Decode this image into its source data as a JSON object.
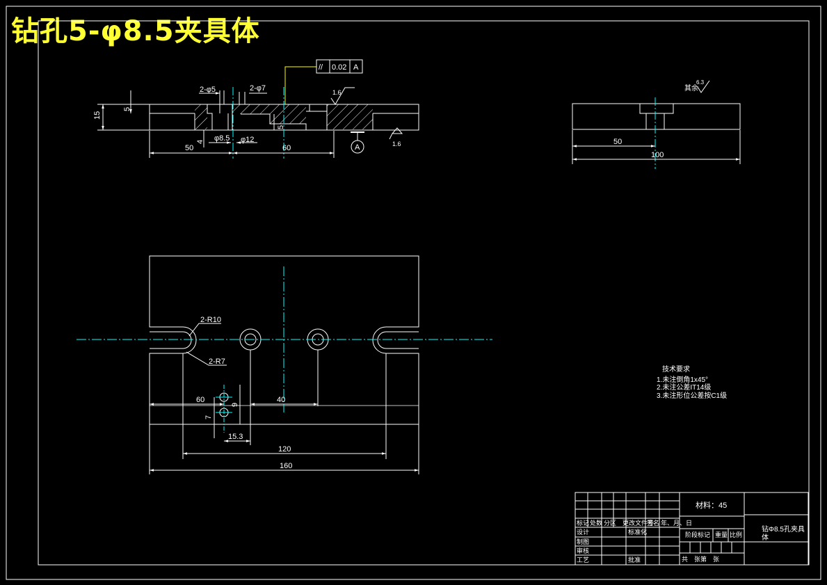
{
  "title": "钻孔5-φ8.5夹具体",
  "colors": {
    "line": "#ffffff",
    "center": "#00ffff",
    "title": "#ffff33",
    "leader": "#ffff00",
    "bg": "#000000"
  },
  "front_view": {
    "labels": {
      "holes_5": "2-φ5",
      "holes_7": "2-φ7",
      "roughness": "1.6",
      "roughness2": "1.6",
      "dim_15": "15",
      "dim_5": "5",
      "dim_5b": "5",
      "dim_4": "4",
      "dim_d85": "φ8.5",
      "dim_d12": "φ12",
      "dim_50": "50",
      "dim_60": "60",
      "datum": "A"
    },
    "tolerance": {
      "symbol": "//",
      "value": "0.02",
      "datum": "A"
    }
  },
  "side_view": {
    "labels": {
      "dim_50": "50",
      "dim_100": "100",
      "remark": "其余",
      "roughness": "6.3"
    }
  },
  "top_view": {
    "labels": {
      "r10": "2-R10",
      "r7": "2-R7",
      "dim_60": "60",
      "dim_9": "9",
      "dim_7": "7",
      "dim_40": "40",
      "dim_153": "15.3",
      "dim_120": "120",
      "dim_160": "160"
    }
  },
  "tech_req": {
    "title": "技术要求",
    "items": [
      "1.未注倒角1x45°",
      "2.未注公差IT14级",
      "3.未注形位公差按C1级"
    ]
  },
  "title_block": {
    "material": "材料：45",
    "part_name_1": "钻Φ8.5孔夹具",
    "part_name_2": "体",
    "row_mark": "标记",
    "row_count": "处数",
    "row_zone": "分区",
    "row_change": "更改文件号",
    "row_sign": "签名",
    "row_date": "年、月、日",
    "design": "设计",
    "standard": "标准化",
    "drafting": "制图",
    "review": "审核",
    "process": "工艺",
    "approve": "批准",
    "stage_mark": "阶段标记",
    "weight": "重量",
    "scale": "比例",
    "sheets": "共　张第　张"
  }
}
